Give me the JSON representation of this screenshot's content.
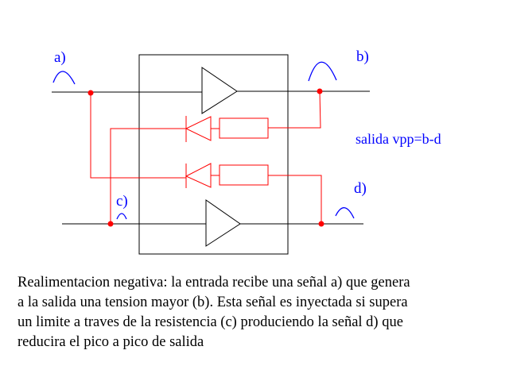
{
  "labels": {
    "a": "a)",
    "b": "b)",
    "c": "c)",
    "d": "d)",
    "formula": "salida vpp=b-d"
  },
  "colors": {
    "wire": "#000000",
    "feedback": "#ff0000",
    "label": "#0000ff"
  },
  "description": [
    "Realimentacion negativa: la entrada recibe una señal a) que genera",
    "a la salida una tension mayor (b). Esta señal es inyectada si supera",
    "un limite a traves de la resistencia (c) produciendo la señal d) que",
    "reducira el pico a pico de salida"
  ]
}
